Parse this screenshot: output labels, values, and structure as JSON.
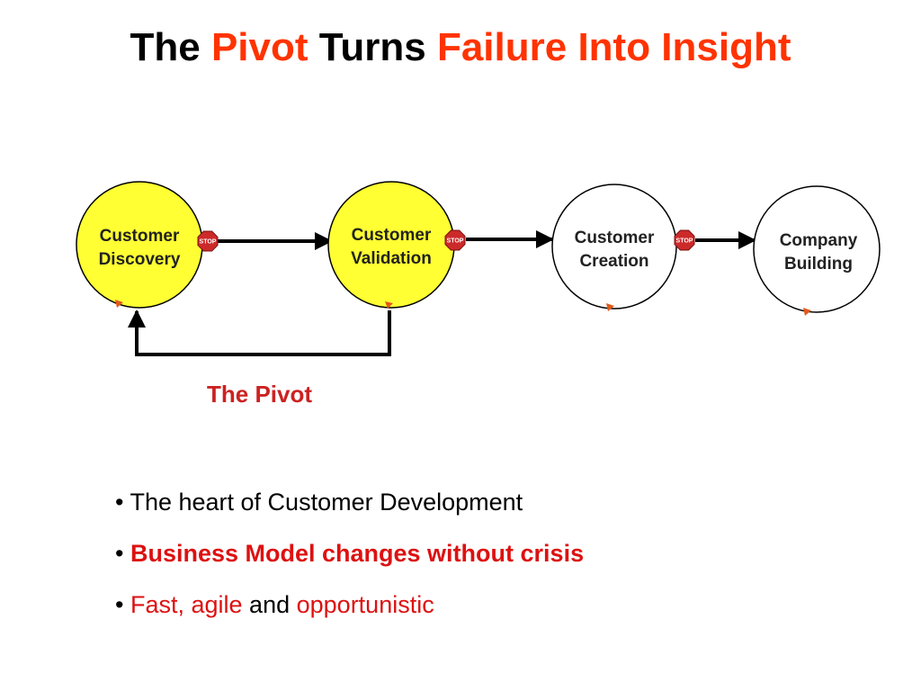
{
  "slide": {
    "title": {
      "part1": "The",
      "part2": "Pivot",
      "part3": "Turns",
      "part4": "Failure Into Insight"
    },
    "colors": {
      "accent": "#ff3300",
      "highlight_fill": "#ffff33",
      "stop_sign": "#cc2a2a",
      "pivot_label": "#cc2222",
      "bullet_red": "#dd1111"
    }
  },
  "diagram": {
    "nodes": [
      {
        "line1": "Customer",
        "line2": "Discovery",
        "highlighted": true
      },
      {
        "line1": "Customer",
        "line2": "Validation",
        "highlighted": true
      },
      {
        "line1": "Customer",
        "line2": "Creation",
        "highlighted": false
      },
      {
        "line1": "Company",
        "line2": "Building",
        "highlighted": false
      }
    ],
    "stop_sign_text": "STOP",
    "pivot_label": "The Pivot"
  },
  "bullets": [
    {
      "text": "The heart of Customer Development"
    },
    {
      "text": "Business Model changes without crisis"
    },
    {
      "part1": "Fast, agile",
      "part2": "and",
      "part3": "opportunistic"
    }
  ]
}
